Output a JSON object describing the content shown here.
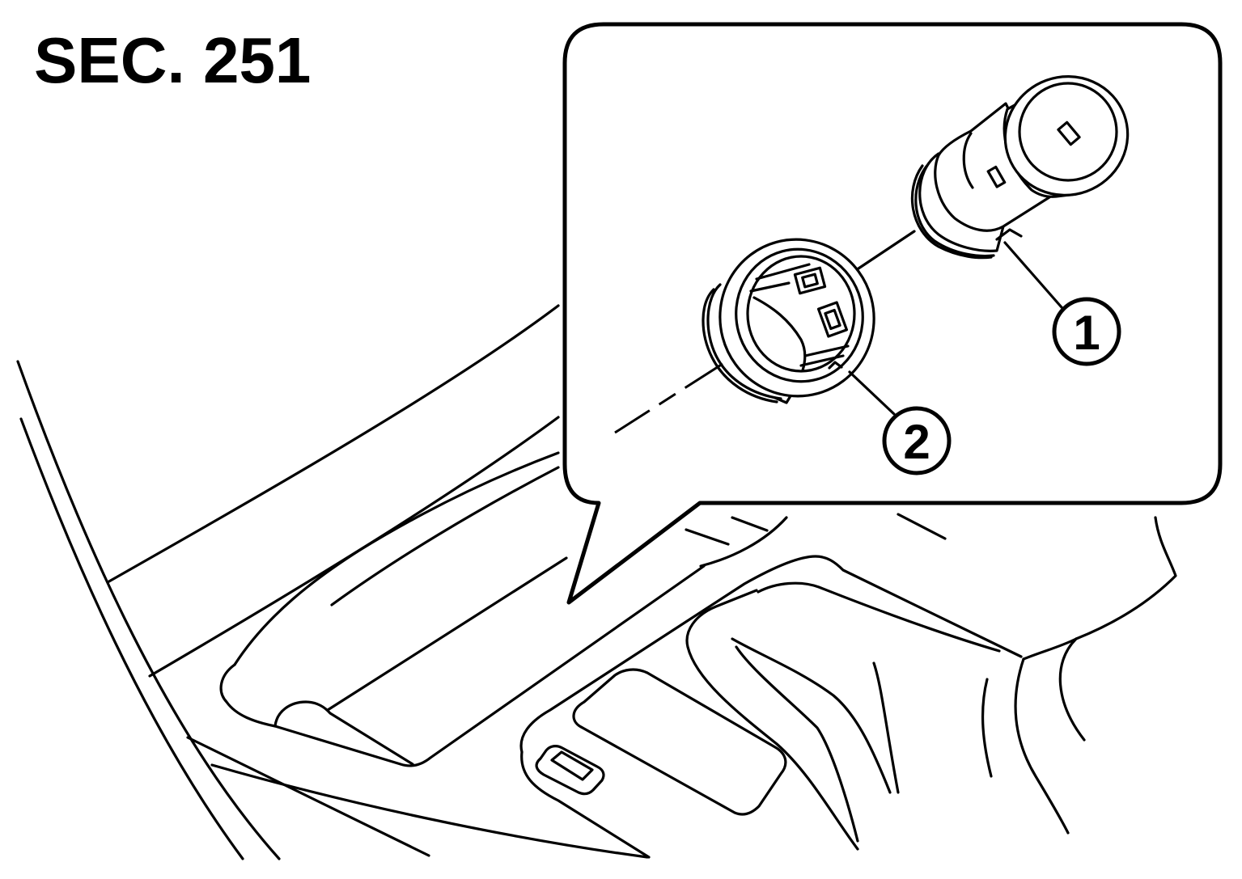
{
  "header": {
    "section_label": "SEC. 251"
  },
  "callouts": [
    {
      "number": "1"
    },
    {
      "number": "2"
    }
  ],
  "colors": {
    "line": "#000000",
    "background": "#ffffff"
  }
}
